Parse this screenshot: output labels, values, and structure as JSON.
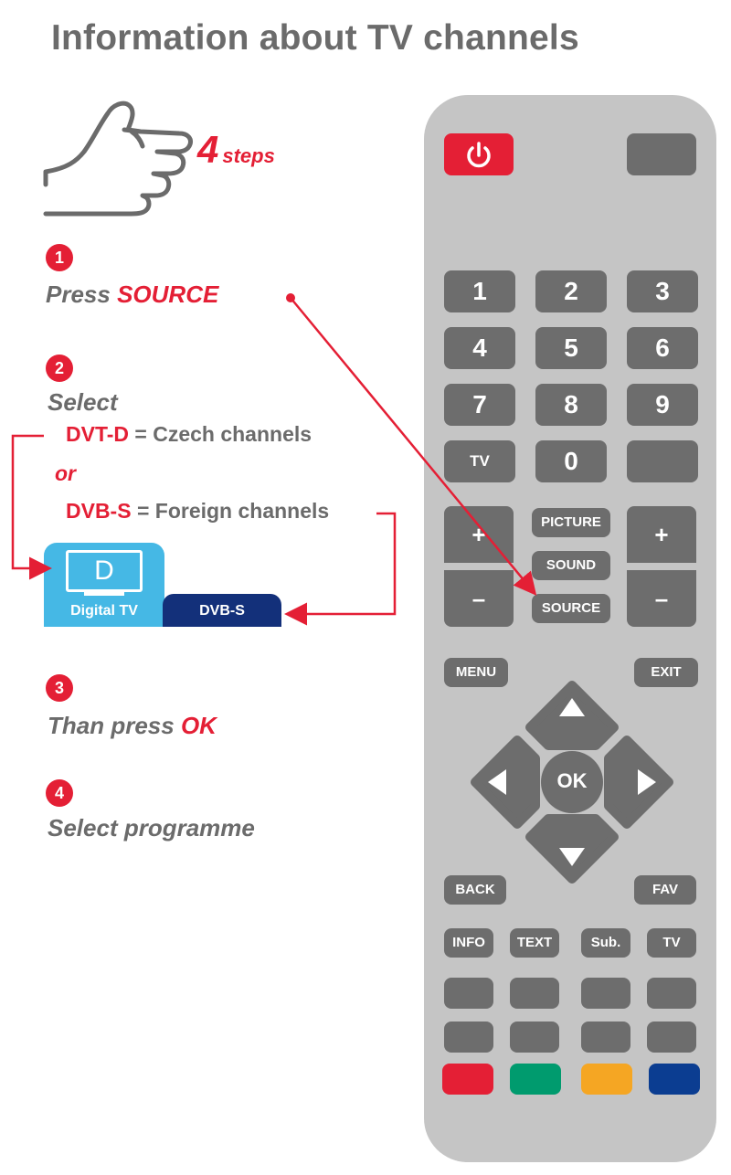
{
  "title": "Information about TV channels",
  "steps_label": {
    "number": "4",
    "word": "steps"
  },
  "steps": {
    "s1": {
      "num": "1",
      "text_a": "Press ",
      "text_b": "SOURCE"
    },
    "s2": {
      "num": "2",
      "text": "Select",
      "opt1_code": "DVT-D",
      "opt1_text": " = Czech channels",
      "or": "or",
      "opt2_code": "DVB-S",
      "opt2_text": " = Foreign channels"
    },
    "s3": {
      "num": "3",
      "text_a": "Than press ",
      "text_b": "OK"
    },
    "s4": {
      "num": "4",
      "text": "Select programme"
    }
  },
  "source_tabs": {
    "digital": {
      "screen_letter": "D",
      "label": "Digital TV"
    },
    "dvbs": {
      "label": "DVB-S"
    }
  },
  "remote": {
    "numbers": [
      "1",
      "2",
      "3",
      "4",
      "5",
      "6",
      "7",
      "8",
      "9"
    ],
    "tv": "TV",
    "zero": "0",
    "plus": "+",
    "minus": "–",
    "picture": "PICTURE",
    "sound": "SOUND",
    "source": "SOURCE",
    "menu": "MENU",
    "exit": "EXIT",
    "ok": "OK",
    "back": "BACK",
    "fav": "FAV",
    "info": "INFO",
    "text": "TEXT",
    "sub": "Sub.",
    "tv2": "TV",
    "colors": {
      "power": "#e41f35",
      "red": "#e41f35",
      "green": "#009b6e",
      "yellow": "#f5a623",
      "blue": "#0b3d91"
    }
  },
  "colors": {
    "accent": "#e41f35",
    "text_gray": "#6b6b6b",
    "button_gray": "#6d6d6d",
    "remote_body": "#c5c5c5"
  }
}
